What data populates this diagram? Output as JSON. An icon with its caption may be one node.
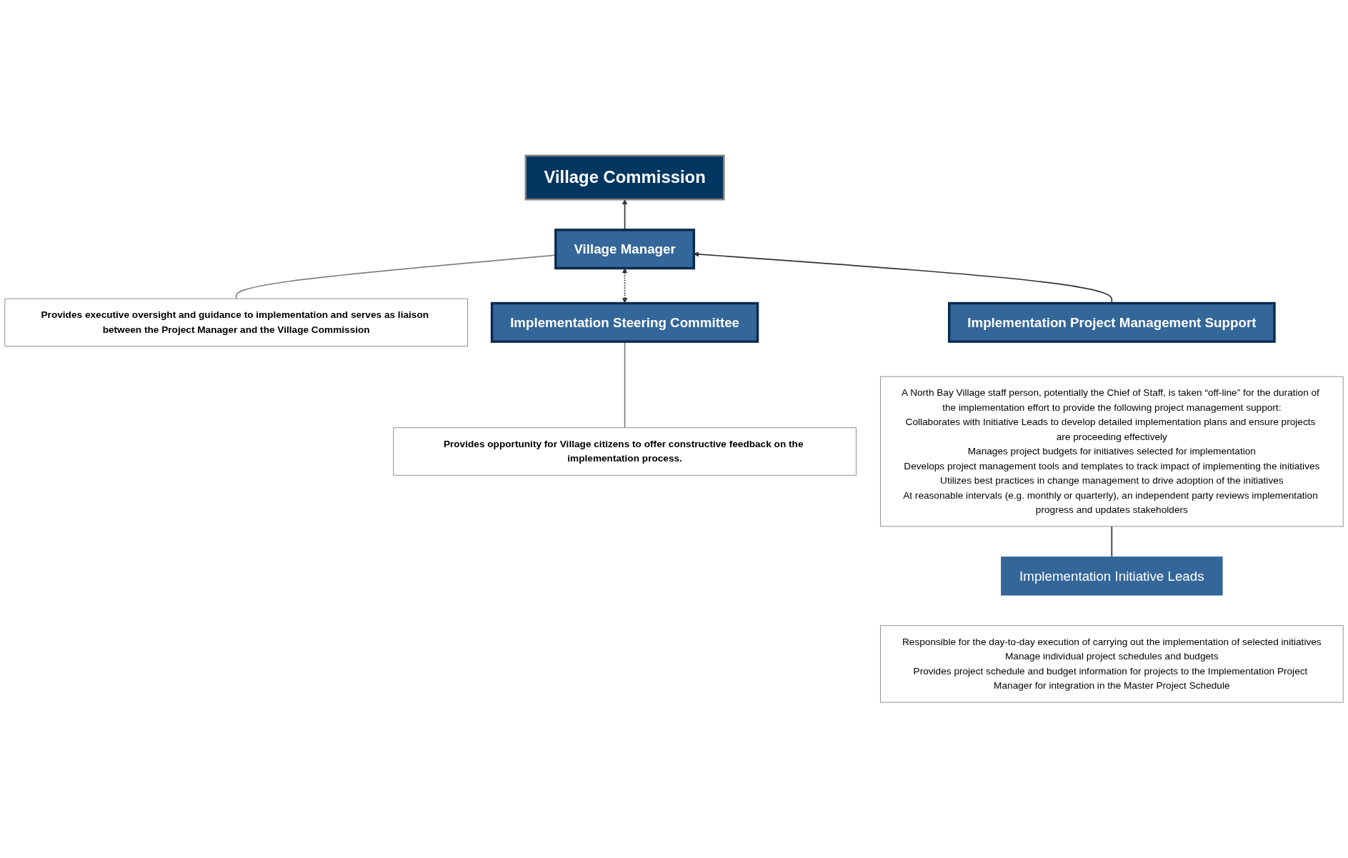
{
  "diagram": {
    "nodes": [
      {
        "text": [
          "Village Commission"
        ]
      },
      {
        "text": [
          "Provides opportunity for Village citizens to offer constructive feedback on the implementation process."
        ]
      },
      {
        "text": [
          "Implementation Steering Committee"
        ]
      },
      {
        "text": [
          "Village Manager"
        ]
      },
      {
        "text": [
          "Provides executive oversight and guidance to implementation and serves as liaison between the Project Manager and the Village Commission"
        ]
      },
      {
        "text": [
          "Implementation Project Management Support"
        ]
      },
      {
        "text": [
          "A North Bay Village staff person, potentially the Chief of Staff, is taken “off-line” for the duration of the implementation effort to provide the following project management support:",
          "Collaborates with Initiative Leads to develop detailed implementation plans and ensure projects are proceeding effectively",
          "Manages project budgets for initiatives selected for implementation",
          "Develops project management tools and templates to track impact of implementing the initiatives",
          "Utilizes best practices in change management to drive adoption of the initiatives",
          "At reasonable intervals (e.g. monthly or quarterly), an independent party reviews implementation progress and updates stakeholders"
        ]
      },
      {
        "text": [
          "Implementation Initiative Leads"
        ]
      },
      {
        "text": [
          "Responsible for the day-to-day execution of carrying out the implementation of selected initiatives",
          "Manage individual project schedules and budgets",
          "Provides project schedule and budget information for projects to the Implementation Project Manager for integration in the Master Project Schedule"
        ]
      }
    ],
    "edges": [
      {
        "from": 1,
        "to": 2,
        "arrow": "none",
        "color": "#808080"
      },
      {
        "from": 4,
        "to": 3,
        "arrow": "none",
        "color": "#808080"
      },
      {
        "from": 2,
        "to": 3,
        "arrow": "both",
        "style": "dashed"
      },
      {
        "from": 3,
        "to": 0,
        "arrow": "to"
      },
      {
        "from": 5,
        "to": 3,
        "arrow": "to"
      },
      {
        "from": 7,
        "to": 6,
        "arrow": "none"
      }
    ]
  }
}
